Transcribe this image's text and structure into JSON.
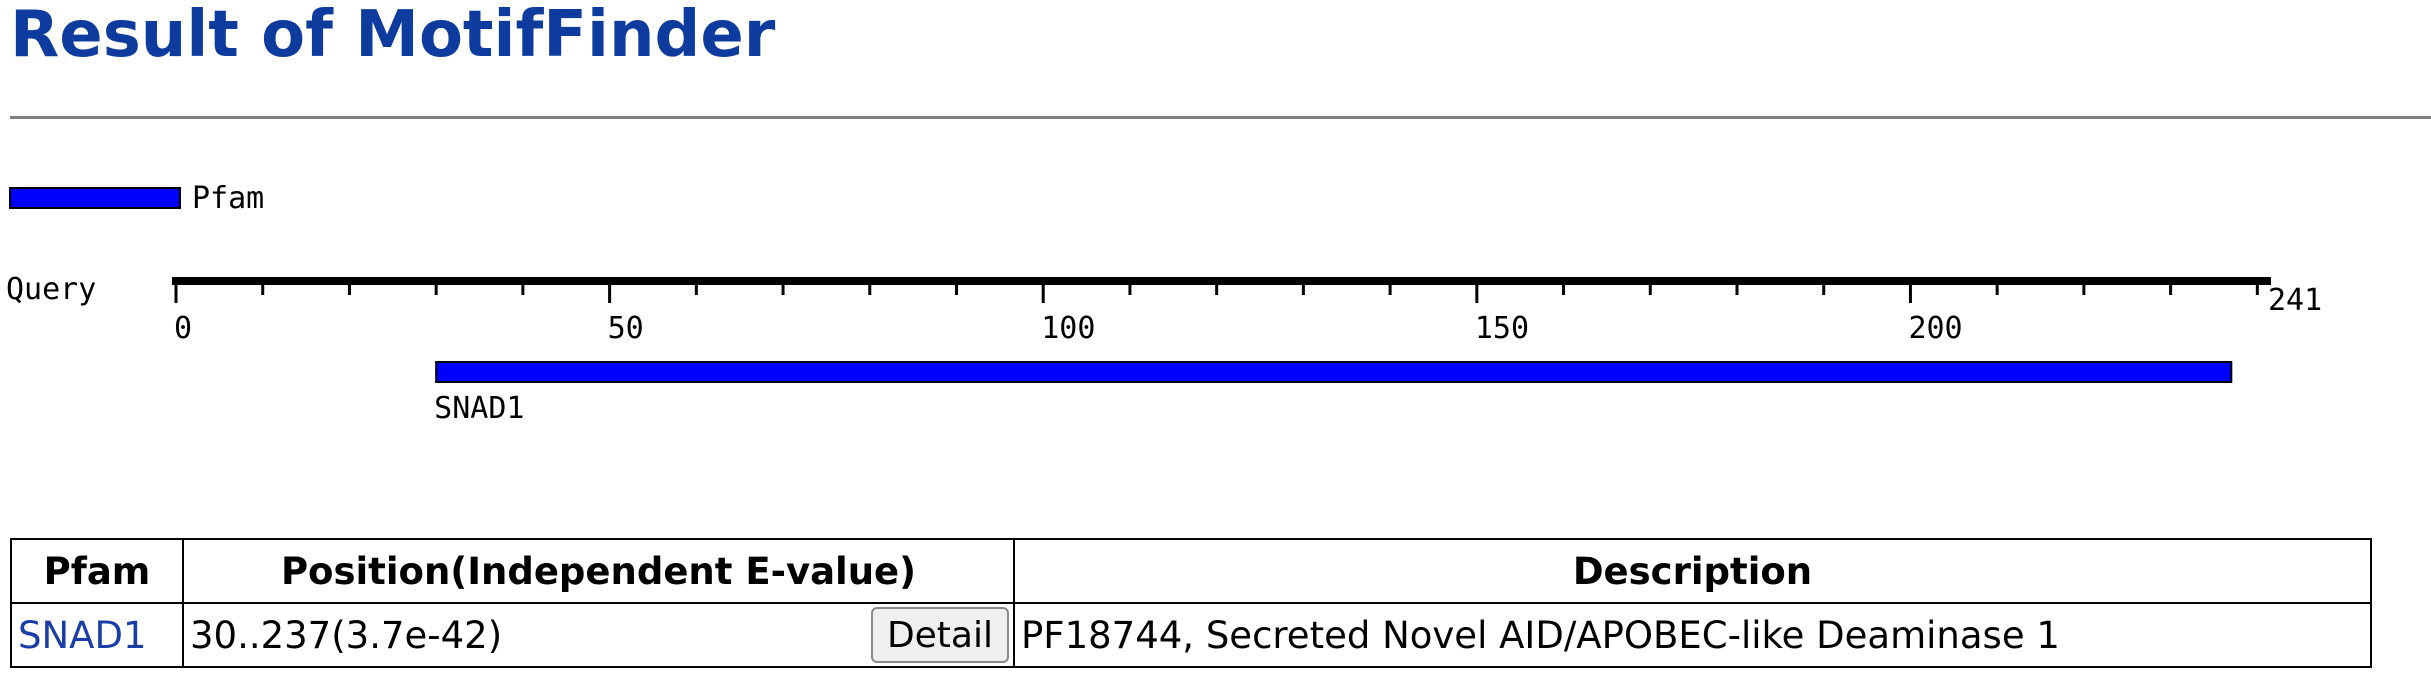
{
  "page": {
    "title": "Result of MotifFinder"
  },
  "graphic": {
    "legend": {
      "label": "Pfam",
      "color": "#0000ff"
    },
    "track_label": "Query",
    "sequence_length": 241,
    "sequence_length_label": "241",
    "axis_start": 0,
    "major_tick_interval": 50,
    "minor_tick_interval": 10,
    "tick_labels": [
      "0",
      "50",
      "100",
      "150",
      "200"
    ],
    "domains": [
      {
        "name": "SNAD1",
        "start": 30,
        "end": 237,
        "color": "#0000ff"
      }
    ]
  },
  "table": {
    "headers": {
      "pfam": "Pfam",
      "position": "Position(Independent E-value)",
      "description": "Description"
    },
    "rows": [
      {
        "pfam": "SNAD1",
        "position": "30..237(3.7e-42)",
        "detail_label": "Detail",
        "description": "PF18744, Secreted Novel AID/APOBEC-like Deaminase 1"
      }
    ]
  },
  "colors": {
    "title": "#0d3b9e",
    "link": "#1a3ea5",
    "domain": "#0000ff",
    "rule": "#808080"
  }
}
